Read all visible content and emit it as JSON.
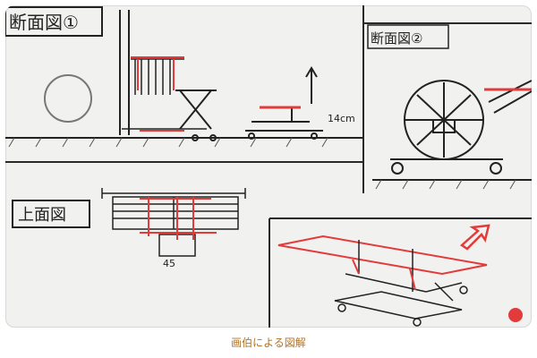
{
  "board": {
    "label_section_1": "断面図①",
    "label_section_2": "断面図②",
    "label_top_view": "上面図",
    "note_14cm": "14cm",
    "note_45": "45"
  },
  "caption": "画伯による図解",
  "colors": {
    "marker_black": "#222222",
    "marker_red": "#e23b3b",
    "caption": "#b0742b",
    "board_bg": "#f1f1ef"
  }
}
